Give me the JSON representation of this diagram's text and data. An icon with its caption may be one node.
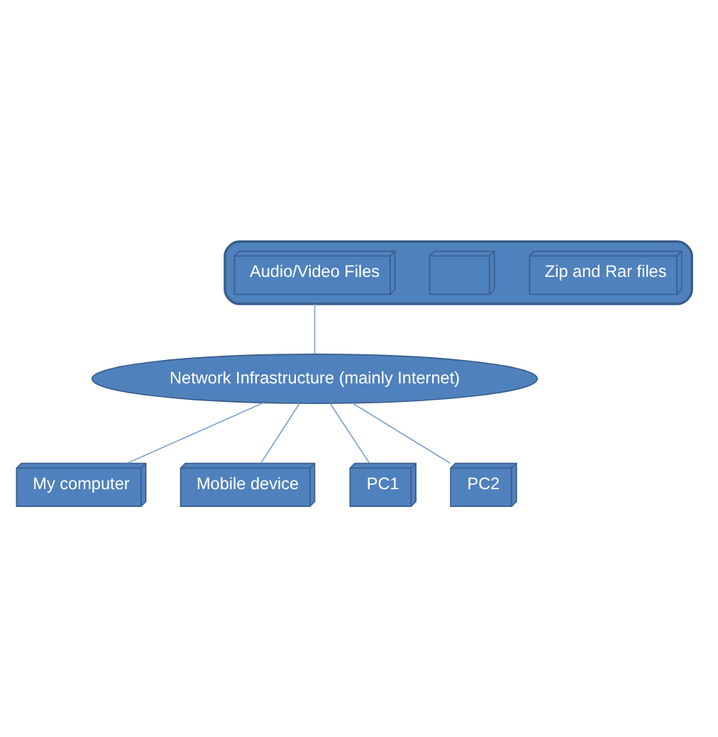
{
  "diagram": {
    "nodes": [
      {
        "text": [],
        "shape": "cloud"
      },
      {
        "text": [
          "Zip and Rar files"
        ],
        "in": 0
      },
      {
        "text": [],
        "shape": "box",
        "in": 0
      },
      {
        "text": [
          "Audio/Video Files"
        ],
        "in": 0
      },
      {
        "text": [
          "Network Infrastructure (mainly Internet)"
        ]
      },
      {
        "text": [
          "My computer"
        ]
      },
      {
        "text": [
          "Mobile device"
        ]
      },
      {
        "text": [
          "PC1"
        ]
      },
      {
        "text": [
          "PC2"
        ]
      }
    ],
    "edges": [
      {
        "from": 0,
        "to": 4,
        "arrow": "none"
      },
      {
        "from": 4,
        "to": 5,
        "arrow": "none"
      },
      {
        "from": 4,
        "to": 6,
        "arrow": "none"
      },
      {
        "from": 4,
        "to": 7,
        "arrow": "none"
      },
      {
        "from": 4,
        "to": 8,
        "arrow": "none"
      }
    ]
  }
}
